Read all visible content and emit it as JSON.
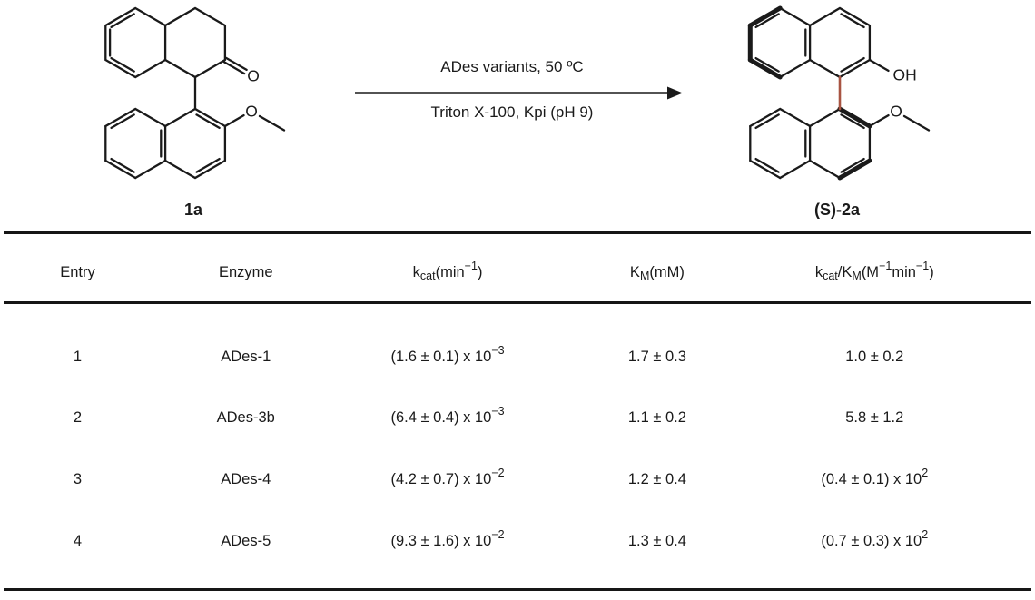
{
  "figure": {
    "scheme": {
      "substrate": {
        "label": "1a",
        "carbonyl_oxygen": "O",
        "methoxy_oxygen": "O"
      },
      "arrow": {
        "condition_above": "ADes variants, 50 ºC",
        "condition_below": "Triton X-100, Kpi (pH 9)"
      },
      "product": {
        "label": "(S)-2a",
        "hydroxyl": "OH",
        "methoxy_oxygen": "O",
        "axial_bond_color": "#a85442"
      },
      "ink_color": "#1a1a1a"
    },
    "table": {
      "headers": [
        "Entry",
        "Enzyme",
        "k~cat~ (min^−1^)",
        "K~M~ (mM)",
        "k~cat~/K~M~ (M^−1^min^−1^)"
      ],
      "rows": [
        {
          "entry": "1",
          "enzyme": "ADes-1",
          "kcat": "(1.6 ± 0.1) x 10^−3^",
          "km": "1.7 ± 0.3",
          "efficiency": "1.0 ± 0.2"
        },
        {
          "entry": "2",
          "enzyme": "ADes-3b",
          "kcat": "(6.4 ± 0.4) x 10^−3^",
          "km": "1.1 ± 0.2",
          "efficiency": "5.8 ± 1.2"
        },
        {
          "entry": "3",
          "enzyme": "ADes-4",
          "kcat": "(4.2 ± 0.7) x 10^−2^",
          "km": "1.2 ± 0.4",
          "efficiency": "(0.4 ± 0.1) x 10^2^"
        },
        {
          "entry": "4",
          "enzyme": "ADes-5",
          "kcat": "(9.3 ± 1.6) x 10^−2^",
          "km": "1.3 ± 0.4",
          "efficiency": "(0.7 ± 0.3) x 10^2^"
        }
      ]
    }
  }
}
